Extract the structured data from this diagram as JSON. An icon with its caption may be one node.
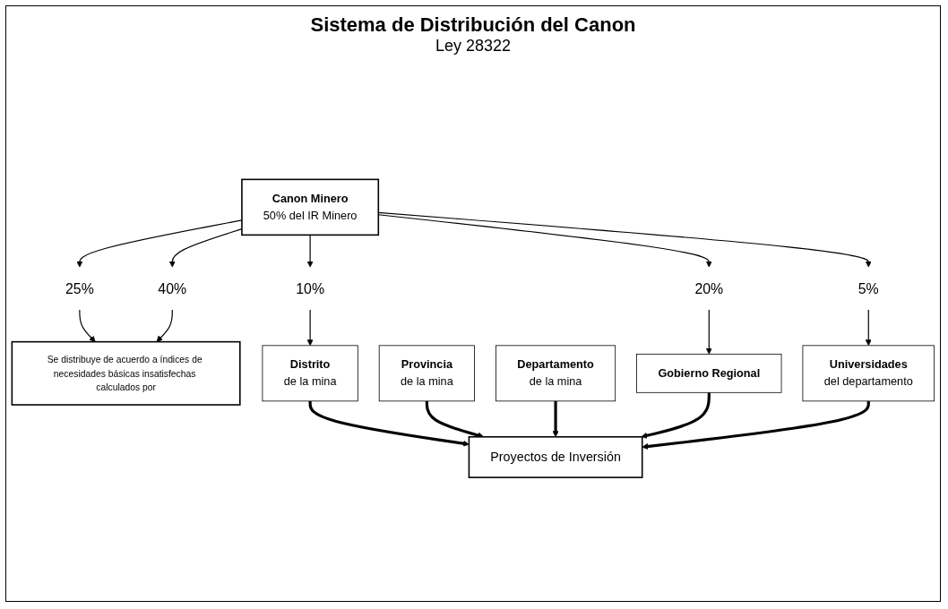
{
  "diagram": {
    "title": "Sistema de Distribución del Canon",
    "nodes": [
      {
        "text": [
          "Canon Minero",
          "50% del IR Minero"
        ]
      },
      {
        "text": [
          "10%"
        ]
      },
      {
        "text": [
          "25%"
        ]
      },
      {
        "text": [
          "40%"
        ]
      },
      {
        "text": [
          "20%"
        ]
      },
      {
        "text": [
          "5%"
        ]
      },
      {
        "text": [
          "Se distribuye de acuerdo a índices de necesidades básicas insatisfechas calculados por"
        ]
      },
      {
        "text": [
          "Distrito",
          "de la mina"
        ]
      },
      {
        "text": [
          "Provincia",
          "de la mina"
        ]
      },
      {
        "text": [
          "Departamento",
          "de la mina"
        ]
      },
      {
        "text": [
          "Gobierno Regional"
        ]
      },
      {
        "text": [
          "Universidades",
          "del departamento"
        ]
      },
      {
        "text": [
          "Proyectos de Inversión"
        ]
      }
    ],
    "edges": [
      {
        "from": 0,
        "to": 1,
        "arrow": "to"
      },
      {
        "from": 0,
        "to": 2,
        "arrow": "to"
      },
      {
        "from": 0,
        "to": 3,
        "arrow": "to"
      },
      {
        "from": 0,
        "to": 4,
        "arrow": "to"
      },
      {
        "from": 0,
        "to": 5,
        "arrow": "to"
      },
      {
        "from": 1,
        "to": 7,
        "arrow": "to"
      },
      {
        "from": 2,
        "to": 6,
        "arrow": "to"
      },
      {
        "from": 3,
        "to": 6,
        "arrow": "to"
      },
      {
        "from": 4,
        "to": 10,
        "arrow": "to"
      },
      {
        "from": 5,
        "to": 11,
        "arrow": "to"
      },
      {
        "from": 7,
        "to": 12,
        "arrow": "to",
        "style": "thick"
      },
      {
        "from": 8,
        "to": 12,
        "arrow": "to",
        "style": "thick"
      },
      {
        "from": 9,
        "to": 12,
        "arrow": "to",
        "style": "thick"
      },
      {
        "from": 10,
        "to": 12,
        "arrow": "to",
        "style": "thick"
      },
      {
        "from": 11,
        "to": 12,
        "arrow": "to",
        "style": "thick"
      }
    ],
    "labels": [
      "Ley 28322"
    ]
  }
}
